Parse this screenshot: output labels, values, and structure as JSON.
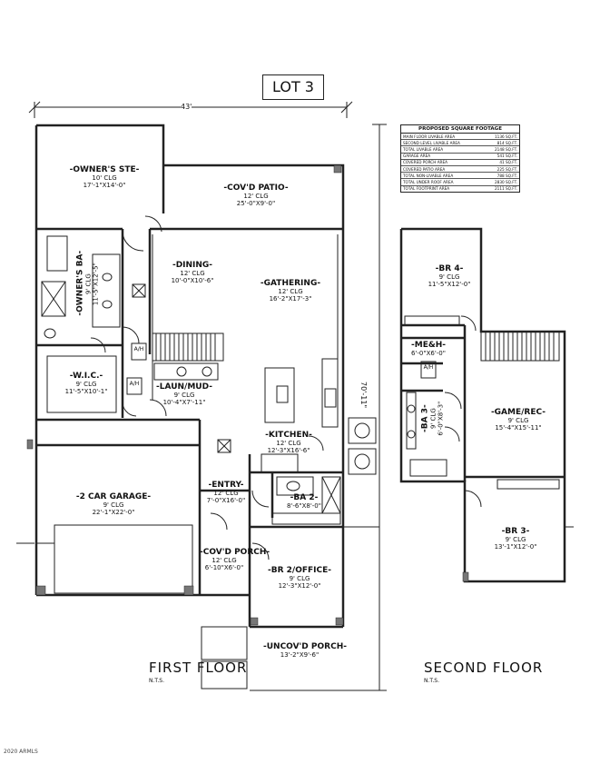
{
  "title": "LOT 3",
  "dims": {
    "width": "43'",
    "depth": "70'-11\""
  },
  "sqft": {
    "heading": "PROPOSED SQUARE FOOTAGE",
    "rows": [
      {
        "label": "MAIN FLOOR LIVABLE AREA",
        "value": "1136 SQ.FT."
      },
      {
        "label": "SECOND LEVEL LIVABLE AREA",
        "value": "814 SQ.FT."
      },
      {
        "label": "TOTAL LIVABLE AREA",
        "value": "2148 SQ.FT."
      },
      {
        "label": "GARAGE AREA",
        "value": "541 SQ.FT."
      },
      {
        "label": "COVERED PORCH AREA",
        "value": "41 SQ.FT."
      },
      {
        "label": "COVERED PATIO AREA",
        "value": "225 SQ.FT."
      },
      {
        "label": "TOTAL NON-LIVABLE AREA",
        "value": "788 SQ.FT."
      },
      {
        "label": "TOTAL UNDER ROOF AREA",
        "value": "2830 SQ.FT."
      },
      {
        "label": "TOTAL FOOTPRINT AREA",
        "value": "2111 SQ.FT."
      }
    ]
  },
  "rooms": {
    "owners_ste": {
      "name": "-OWNER'S STE-",
      "clg": "10' CLG",
      "size": "17'-1\"X14'-0\""
    },
    "covd_patio": {
      "name": "-COV'D PATIO-",
      "clg": "12' CLG",
      "size": "25'-0\"X9'-0\""
    },
    "owners_ba": {
      "name": "-OWNER'S BA-",
      "clg": "9' CLG",
      "size": "11'-5\"X12'-5\""
    },
    "dining": {
      "name": "-DINING-",
      "clg": "12' CLG",
      "size": "10'-0\"X10'-6\""
    },
    "gathering": {
      "name": "-GATHERING-",
      "clg": "12' CLG",
      "size": "16'-2\"X17'-3\""
    },
    "wic": {
      "name": "-W.I.C.-",
      "clg": "9' CLG",
      "size": "11'-5\"X10'-1\""
    },
    "laun_mud": {
      "name": "-LAUN/MUD-",
      "clg": "9' CLG",
      "size": "10'-4\"X7'-11\""
    },
    "kitchen": {
      "name": "-KITCHEN-",
      "clg": "12' CLG",
      "size": "12'-3\"X16'-6\""
    },
    "garage": {
      "name": "-2 CAR GARAGE-",
      "clg": "9' CLG",
      "size": "22'-1\"X22'-0\""
    },
    "entry": {
      "name": "-ENTRY-",
      "clg": "12' CLG",
      "size": "7'-0\"X16'-0\""
    },
    "ba2": {
      "name": "-BA 2-",
      "clg": "",
      "size": "8'-6\"X8'-0\""
    },
    "covd_porch": {
      "name": "-COV'D PORCH-",
      "clg": "12' CLG",
      "size": "6'-10\"X6'-0\""
    },
    "br2": {
      "name": "-BR 2/OFFICE-",
      "clg": "9' CLG",
      "size": "12'-3\"X12'-0\""
    },
    "uncovd_porch": {
      "name": "-UNCOV'D PORCH-",
      "clg": "",
      "size": "13'-2\"X9'-6\""
    },
    "br4": {
      "name": "-BR 4-",
      "clg": "9' CLG",
      "size": "11'-5\"X12'-0\""
    },
    "meh": {
      "name": "-ME&H-",
      "clg": "",
      "size": "6'-0\"X6'-0\""
    },
    "ba3": {
      "name": "-BA 3-",
      "clg": "9' CLG",
      "size": "6'-0\"X8'-3\""
    },
    "game_rec": {
      "name": "-GAME/REC-",
      "clg": "9' CLG",
      "size": "15'-4\"X15'-11\""
    },
    "br3": {
      "name": "-BR 3-",
      "clg": "9' CLG",
      "size": "13'-1\"X12'-0\""
    }
  },
  "fixtures": {
    "ah": "A/H",
    "ah2": "A/H"
  },
  "floors": {
    "first": "FIRST FLOOR",
    "first_nts": "N.T.S.",
    "second": "SECOND FLOOR",
    "second_nts": "N.T.S."
  },
  "copyright": "2020 ARMLS"
}
